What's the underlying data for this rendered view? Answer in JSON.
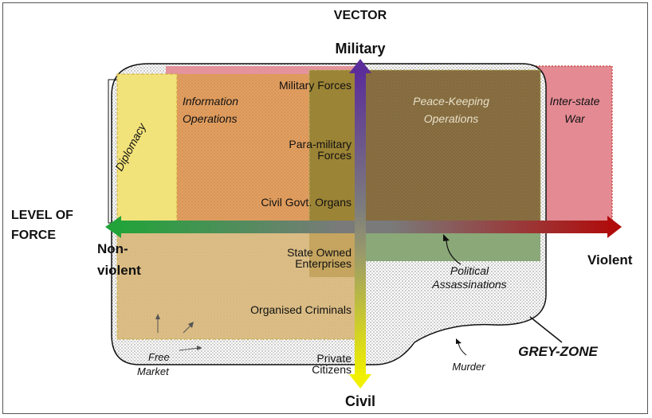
{
  "title": "VECTOR",
  "axes": {
    "top": "Military",
    "bottom": "Civil",
    "left_title_line1": "LEVEL OF",
    "left_title_line2": "FORCE",
    "left_line1": "Non-",
    "left_line2": "violent",
    "right": "Violent"
  },
  "vector_labels": {
    "military_forces": "Military Forces",
    "paramilitary_line1": "Para-military",
    "paramilitary_line2": "Forces",
    "civil_govt": "Civil Govt. Organs",
    "soe_line1": "State Owned",
    "soe_line2": "Enterprises",
    "criminals": "Organised Criminals",
    "private_line1": "Private",
    "private_line2": "Citizens"
  },
  "regions": {
    "diplomacy": "Diplomacy",
    "info_ops_line1": "Information",
    "info_ops_line2": "Operations",
    "peacekeeping_line1": "Peace-Keeping",
    "peacekeeping_line2": "Operations",
    "interstate_line1": "Inter-state",
    "interstate_line2": "War",
    "free_market_line1": "Free",
    "free_market_line2": "Market",
    "political_line1": "Political",
    "political_line2": "Assassinations",
    "murder": "Murder",
    "grey_zone": "GREY-ZONE"
  },
  "colors": {
    "diplomacy_fill": "#f2e27a",
    "info_ops_fill": "#e5a060",
    "peacekeeping_fill": "#8a7042",
    "interstate_fill": "#e38a93",
    "criminals_fill": "#d9b77a",
    "green_fill": "#8aa878",
    "military_color": "#6b3fa0",
    "civil_color": "#e8e000",
    "nonviolent_color": "#2fa83a",
    "violent_color": "#b01010"
  }
}
